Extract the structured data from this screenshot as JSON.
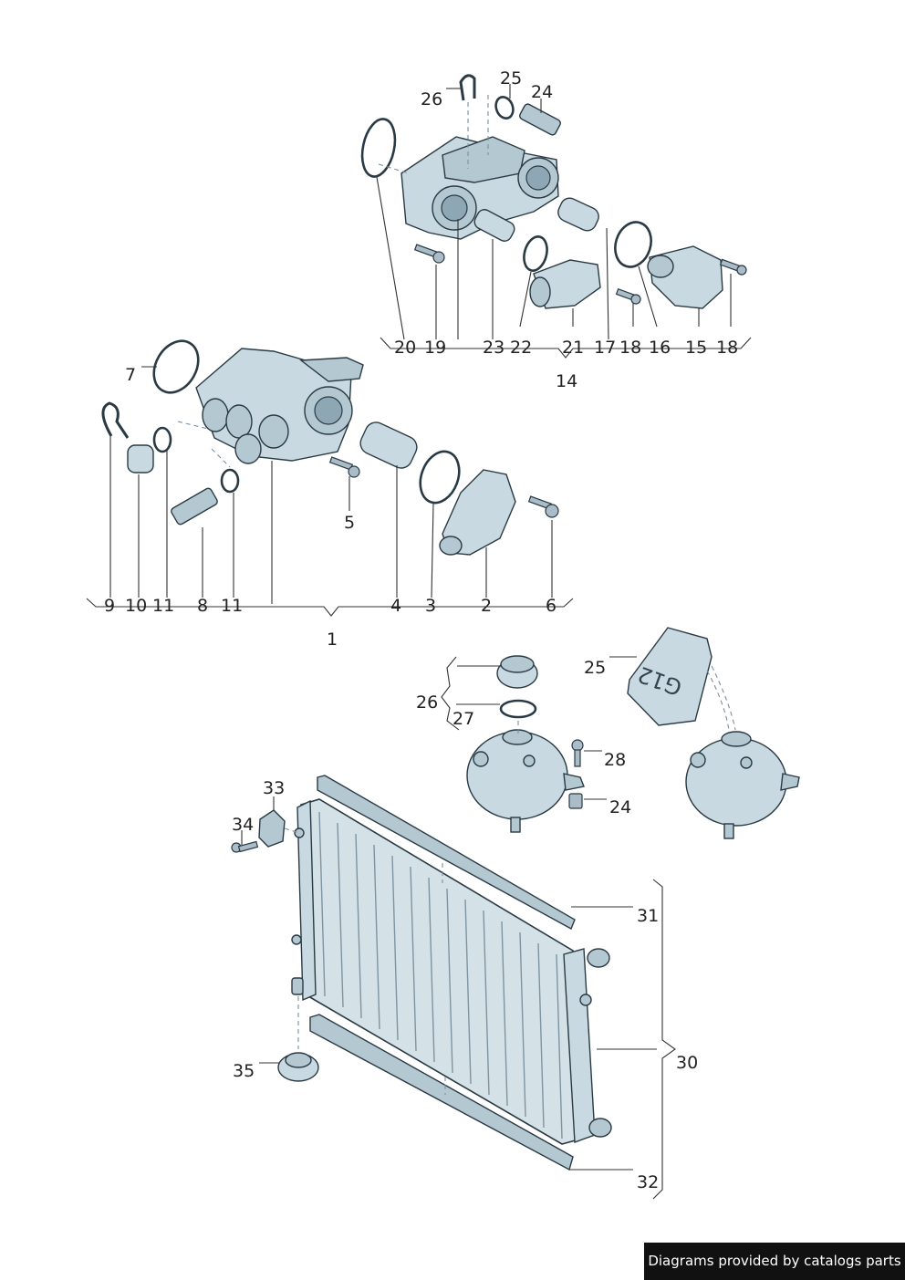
{
  "callouts": {
    "c1": "1",
    "c2": "2",
    "c3": "3",
    "c4": "4",
    "c5": "5",
    "c6": "6",
    "c7": "7",
    "c8": "8",
    "c9": "9",
    "c10": "10",
    "c11a": "11",
    "c11b": "11",
    "c14": "14",
    "c15": "15",
    "c16": "16",
    "c17": "17",
    "c18a": "18",
    "c18b": "18",
    "c19": "19",
    "c20": "20",
    "c21": "21",
    "c22": "22",
    "c23": "23",
    "c24a": "24",
    "c25a": "25",
    "c26a": "26",
    "c24b": "24",
    "c25b": "25",
    "c26b": "26",
    "c27": "27",
    "c28": "28",
    "c30": "30",
    "c31": "31",
    "c32": "32",
    "c33": "33",
    "c34": "34",
    "c35": "35"
  },
  "jug_marking": "G12",
  "credit": "Diagrams provided by catalogs parts"
}
